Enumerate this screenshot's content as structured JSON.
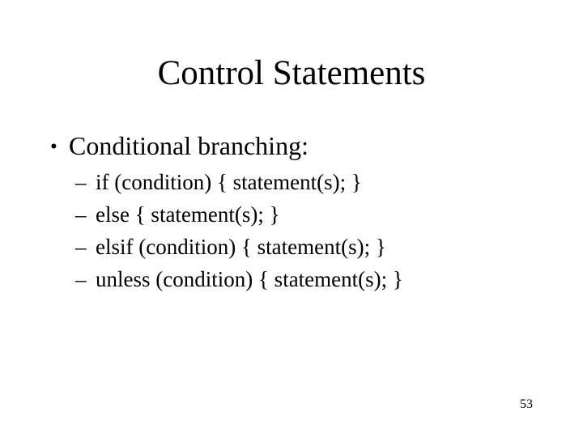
{
  "slide": {
    "colors": {
      "background": "#ffffff",
      "text": "#000000"
    },
    "title": "Control Statements",
    "bullet_item": {
      "marker": "•",
      "text": "Conditional branching:"
    },
    "sub_items": [
      {
        "marker": "–",
        "text": "if (condition) { statement(s); }"
      },
      {
        "marker": "–",
        "text": "else { statement(s); }"
      },
      {
        "marker": "–",
        "text": "elsif (condition) { statement(s); }"
      },
      {
        "marker": "–",
        "text": "unless (condition) { statement(s); }"
      }
    ],
    "page_number": "53"
  }
}
